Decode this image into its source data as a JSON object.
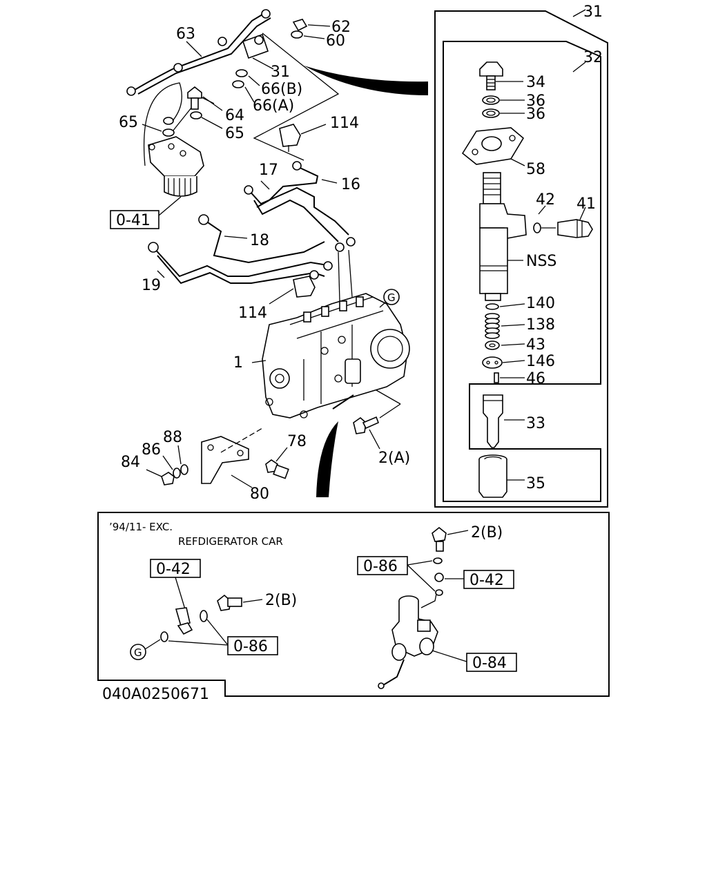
{
  "diagram": {
    "inset_box_number": "31",
    "inner_box_number": "32",
    "labels": {
      "l62": "62",
      "l60": "60",
      "l63": "63",
      "l31": "31",
      "l66b": "66(B)",
      "l66a": "66(A)",
      "l64": "64",
      "l65a": "65",
      "l65b": "65",
      "l114a": "114",
      "l17": "17",
      "l16": "16",
      "l18": "18",
      "l19": "19",
      "l114b": "114",
      "l1": "1",
      "l2a": "2(A)",
      "l78": "78",
      "l88": "88",
      "l86": "86",
      "l84": "84",
      "l80": "80",
      "l34": "34",
      "l36a": "36",
      "l36b": "36",
      "l58": "58",
      "l42": "42",
      "l41": "41",
      "lnss": "NSS",
      "l140": "140",
      "l138": "138",
      "l43": "43",
      "l146": "146",
      "l46": "46",
      "l33": "33",
      "l35": "35",
      "l2b1": "2(B)",
      "l2b2": "2(B)"
    },
    "ref_boxes": {
      "r041": "0-41",
      "r042a": "0-42",
      "r086a": "0-86",
      "r042b": "0-42",
      "r086b": "0-86",
      "r084": "0-84"
    },
    "circle_marks": {
      "g1": "G",
      "g2": "G"
    },
    "note_line1": "’94/11- EXC.",
    "note_line2": "REFDIGERATOR CAR",
    "drawing_code": "040A0250671"
  }
}
